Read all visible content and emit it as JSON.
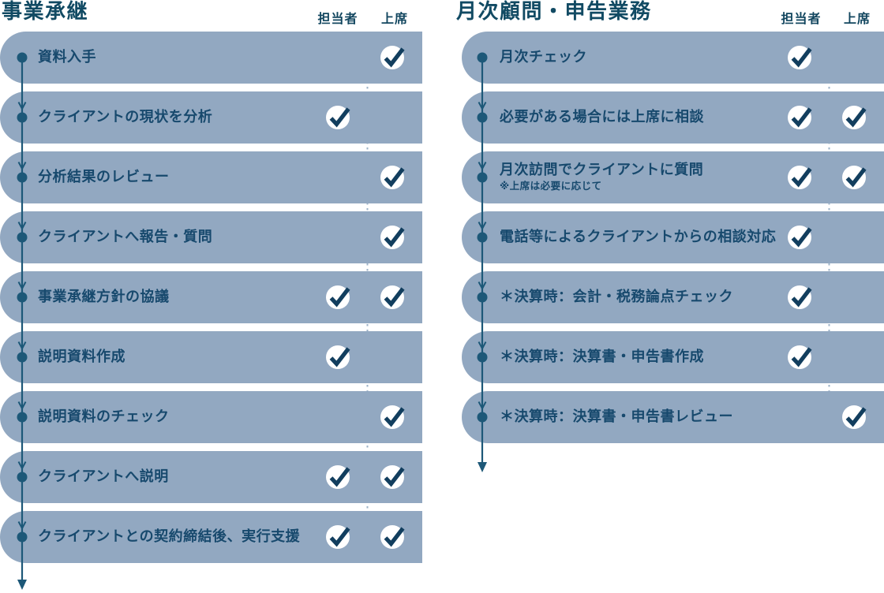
{
  "palette": {
    "row_bg": "#92a8c1",
    "title_text": "#114a63",
    "row_text": "#17496d",
    "header_text": "#12465f",
    "timeline": "#1d5878",
    "check_mark": "#123e5e",
    "check_bg": "#ffffff",
    "dotted_line": "#9eb3c8"
  },
  "icons": {
    "check": "check-icon",
    "dot": "timeline-dot",
    "arrow": "arrow-down-icon"
  },
  "columns": [
    {
      "title": "事業承継",
      "headers": {
        "tantousha": "担当者",
        "joseki": "上席"
      },
      "rows": [
        {
          "label": "資料入手",
          "note": "",
          "tantousha": false,
          "joseki": true
        },
        {
          "label": "クライアントの現状を分析",
          "note": "",
          "tantousha": true,
          "joseki": false
        },
        {
          "label": "分析結果のレビュー",
          "note": "",
          "tantousha": false,
          "joseki": true
        },
        {
          "label": "クライアントへ報告・質問",
          "note": "",
          "tantousha": false,
          "joseki": true
        },
        {
          "label": "事業承継方針の協議",
          "note": "",
          "tantousha": true,
          "joseki": true
        },
        {
          "label": "説明資料作成",
          "note": "",
          "tantousha": true,
          "joseki": false
        },
        {
          "label": "説明資料のチェック",
          "note": "",
          "tantousha": false,
          "joseki": true
        },
        {
          "label": "クライアントへ説明",
          "note": "",
          "tantousha": true,
          "joseki": true
        },
        {
          "label": "クライアントとの契約締結後、実行支援",
          "note": "",
          "tantousha": true,
          "joseki": true
        }
      ]
    },
    {
      "title": "月次顧問・申告業務",
      "headers": {
        "tantousha": "担当者",
        "joseki": "上席"
      },
      "rows": [
        {
          "label": "月次チェック",
          "note": "",
          "tantousha": true,
          "joseki": false
        },
        {
          "label": "必要がある場合には上席に相談",
          "note": "",
          "tantousha": true,
          "joseki": true
        },
        {
          "label": "月次訪問でクライアントに質問",
          "note": "※上席は必要に応じて",
          "tantousha": true,
          "joseki": true
        },
        {
          "label": "電話等によるクライアントからの相談対応",
          "note": "",
          "tantousha": true,
          "joseki": false
        },
        {
          "label": "＊決算時：会計・税務論点チェック",
          "note": "",
          "tantousha": true,
          "joseki": false
        },
        {
          "label": "＊決算時：決算書・申告書作成",
          "note": "",
          "tantousha": true,
          "joseki": false
        },
        {
          "label": "＊決算時：決算書・申告書レビュー",
          "note": "",
          "tantousha": false,
          "joseki": true
        }
      ]
    }
  ]
}
